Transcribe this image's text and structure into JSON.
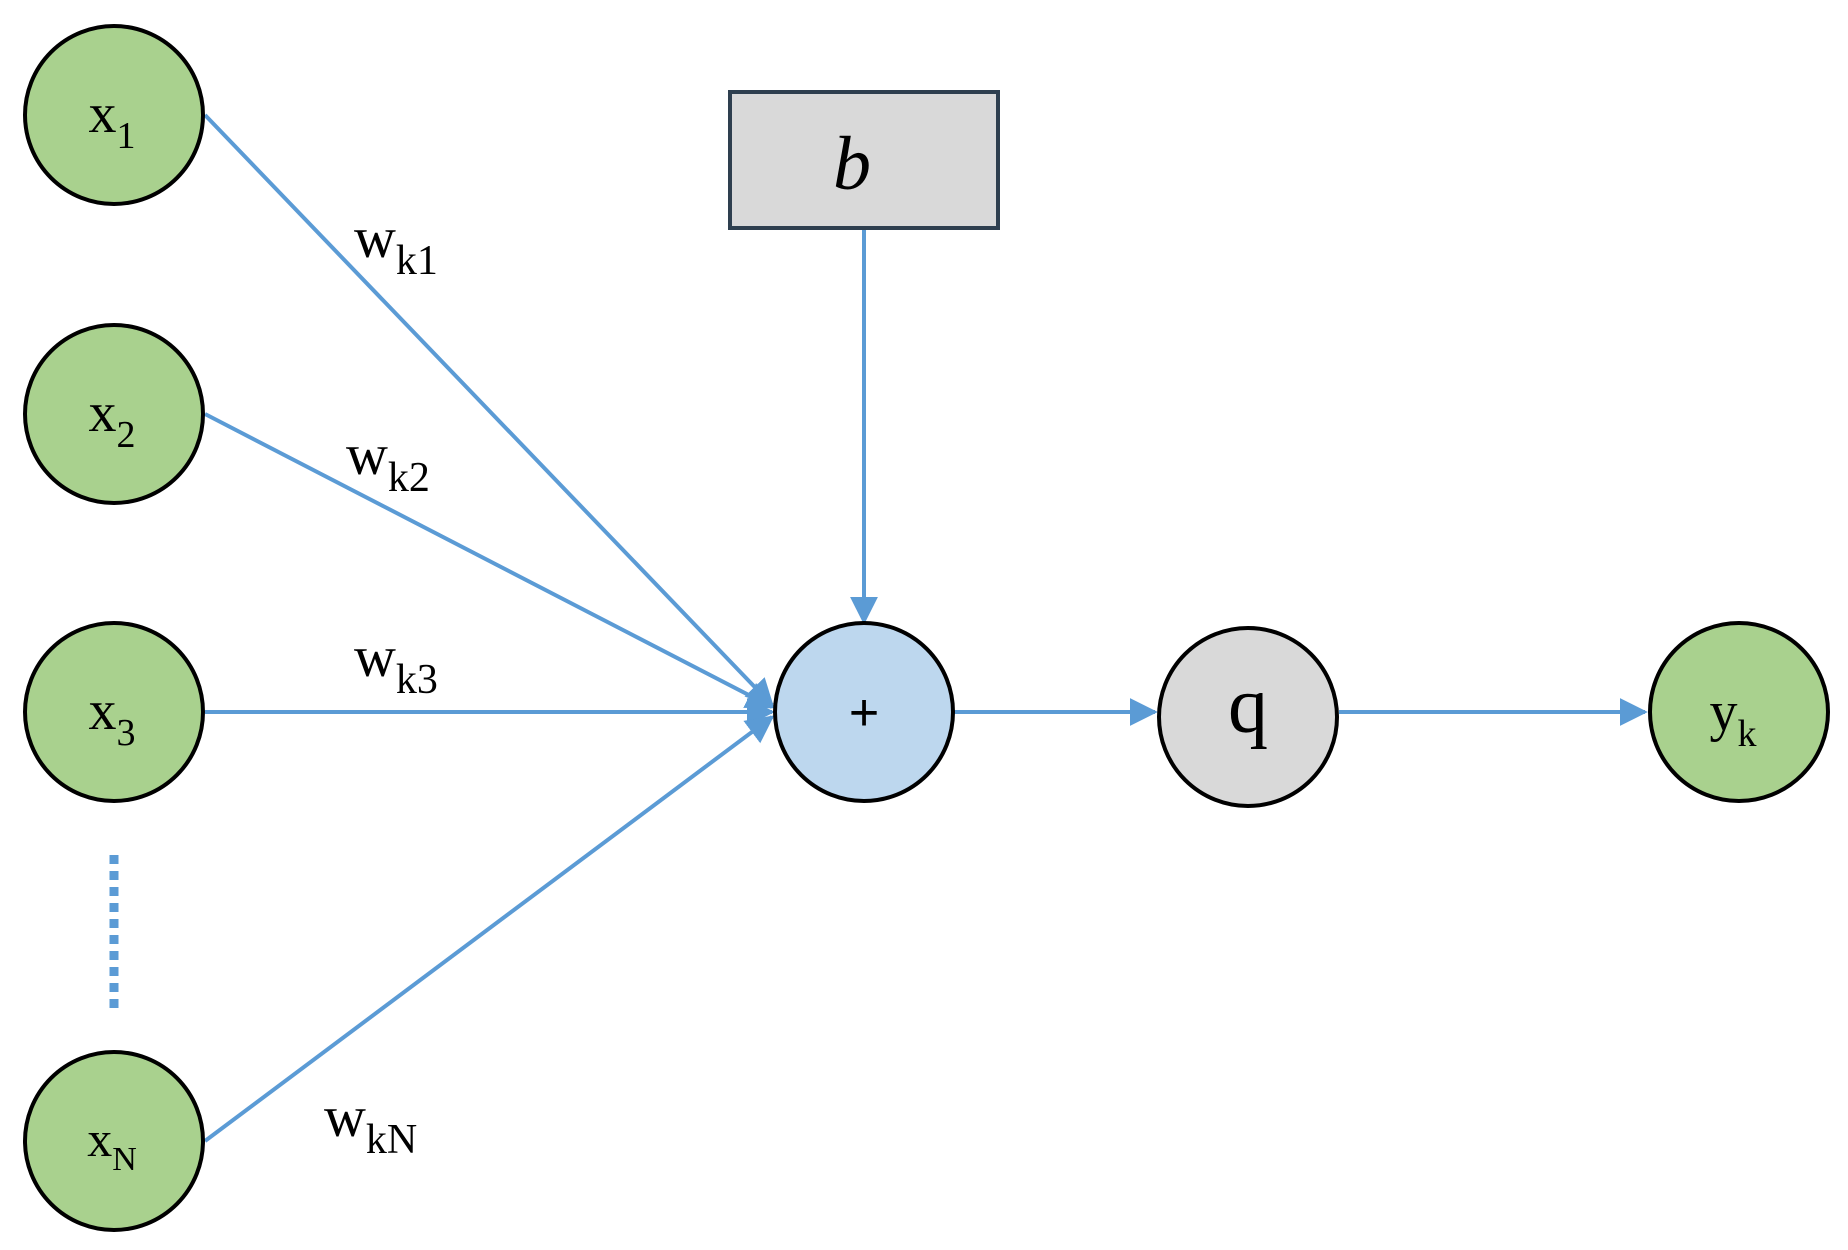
{
  "colors": {
    "input_fill": "#A9D18E",
    "sum_fill": "#BDD7EE",
    "activation_fill": "#D9D9D9",
    "bias_fill": "#D9D9D9",
    "edge": "#5B9BD5",
    "outline": "#000000"
  },
  "inputs": [
    {
      "base": "x",
      "sub": "1",
      "weight_base": "w",
      "weight_sub": "k1"
    },
    {
      "base": "x",
      "sub": "2",
      "weight_base": "w",
      "weight_sub": "k2"
    },
    {
      "base": "x",
      "sub": "3",
      "weight_base": "w",
      "weight_sub": "k3"
    },
    {
      "base": "x",
      "sub": "N",
      "weight_base": "w",
      "weight_sub": "kN"
    }
  ],
  "bias": {
    "label": "b"
  },
  "sum_node": {
    "label": "+"
  },
  "activation": {
    "label": "q"
  },
  "output": {
    "base": "y",
    "sub": "k"
  }
}
